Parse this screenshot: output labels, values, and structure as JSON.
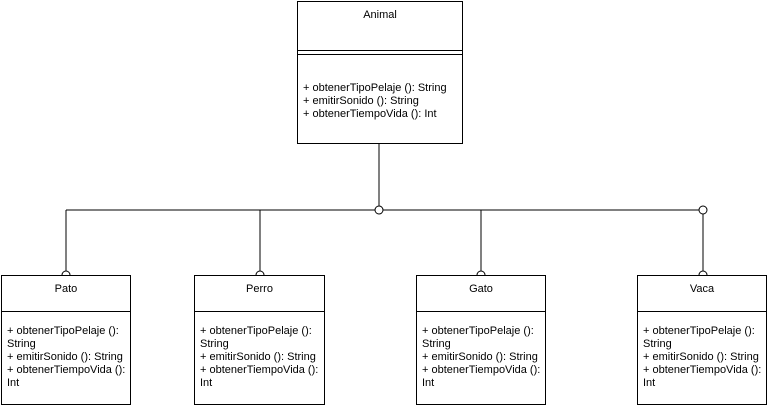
{
  "parent": {
    "name": "Animal",
    "operations": [
      "+ obtenerTipoPelaje (): String",
      "+ emitirSonido (): String",
      "+ obtenerTiempoVida (): Int"
    ]
  },
  "children": [
    {
      "name": "Pato",
      "operations": [
        "+ obtenerTipoPelaje (): String",
        "+ emitirSonido (): String",
        "+ obtenerTiempoVida (): Int"
      ]
    },
    {
      "name": "Perro",
      "operations": [
        "+ obtenerTipoPelaje (): String",
        "+ emitirSonido (): String",
        "+ obtenerTiempoVida (): Int"
      ]
    },
    {
      "name": "Gato",
      "operations": [
        "+ obtenerTipoPelaje (): String",
        "+ emitirSonido (): String",
        "+ obtenerTiempoVida (): Int"
      ]
    },
    {
      "name": "Vaca",
      "operations": [
        "+ obtenerTipoPelaje (): String",
        "+ emitirSonido (): String",
        "+ obtenerTiempoVida (): Int"
      ]
    }
  ]
}
